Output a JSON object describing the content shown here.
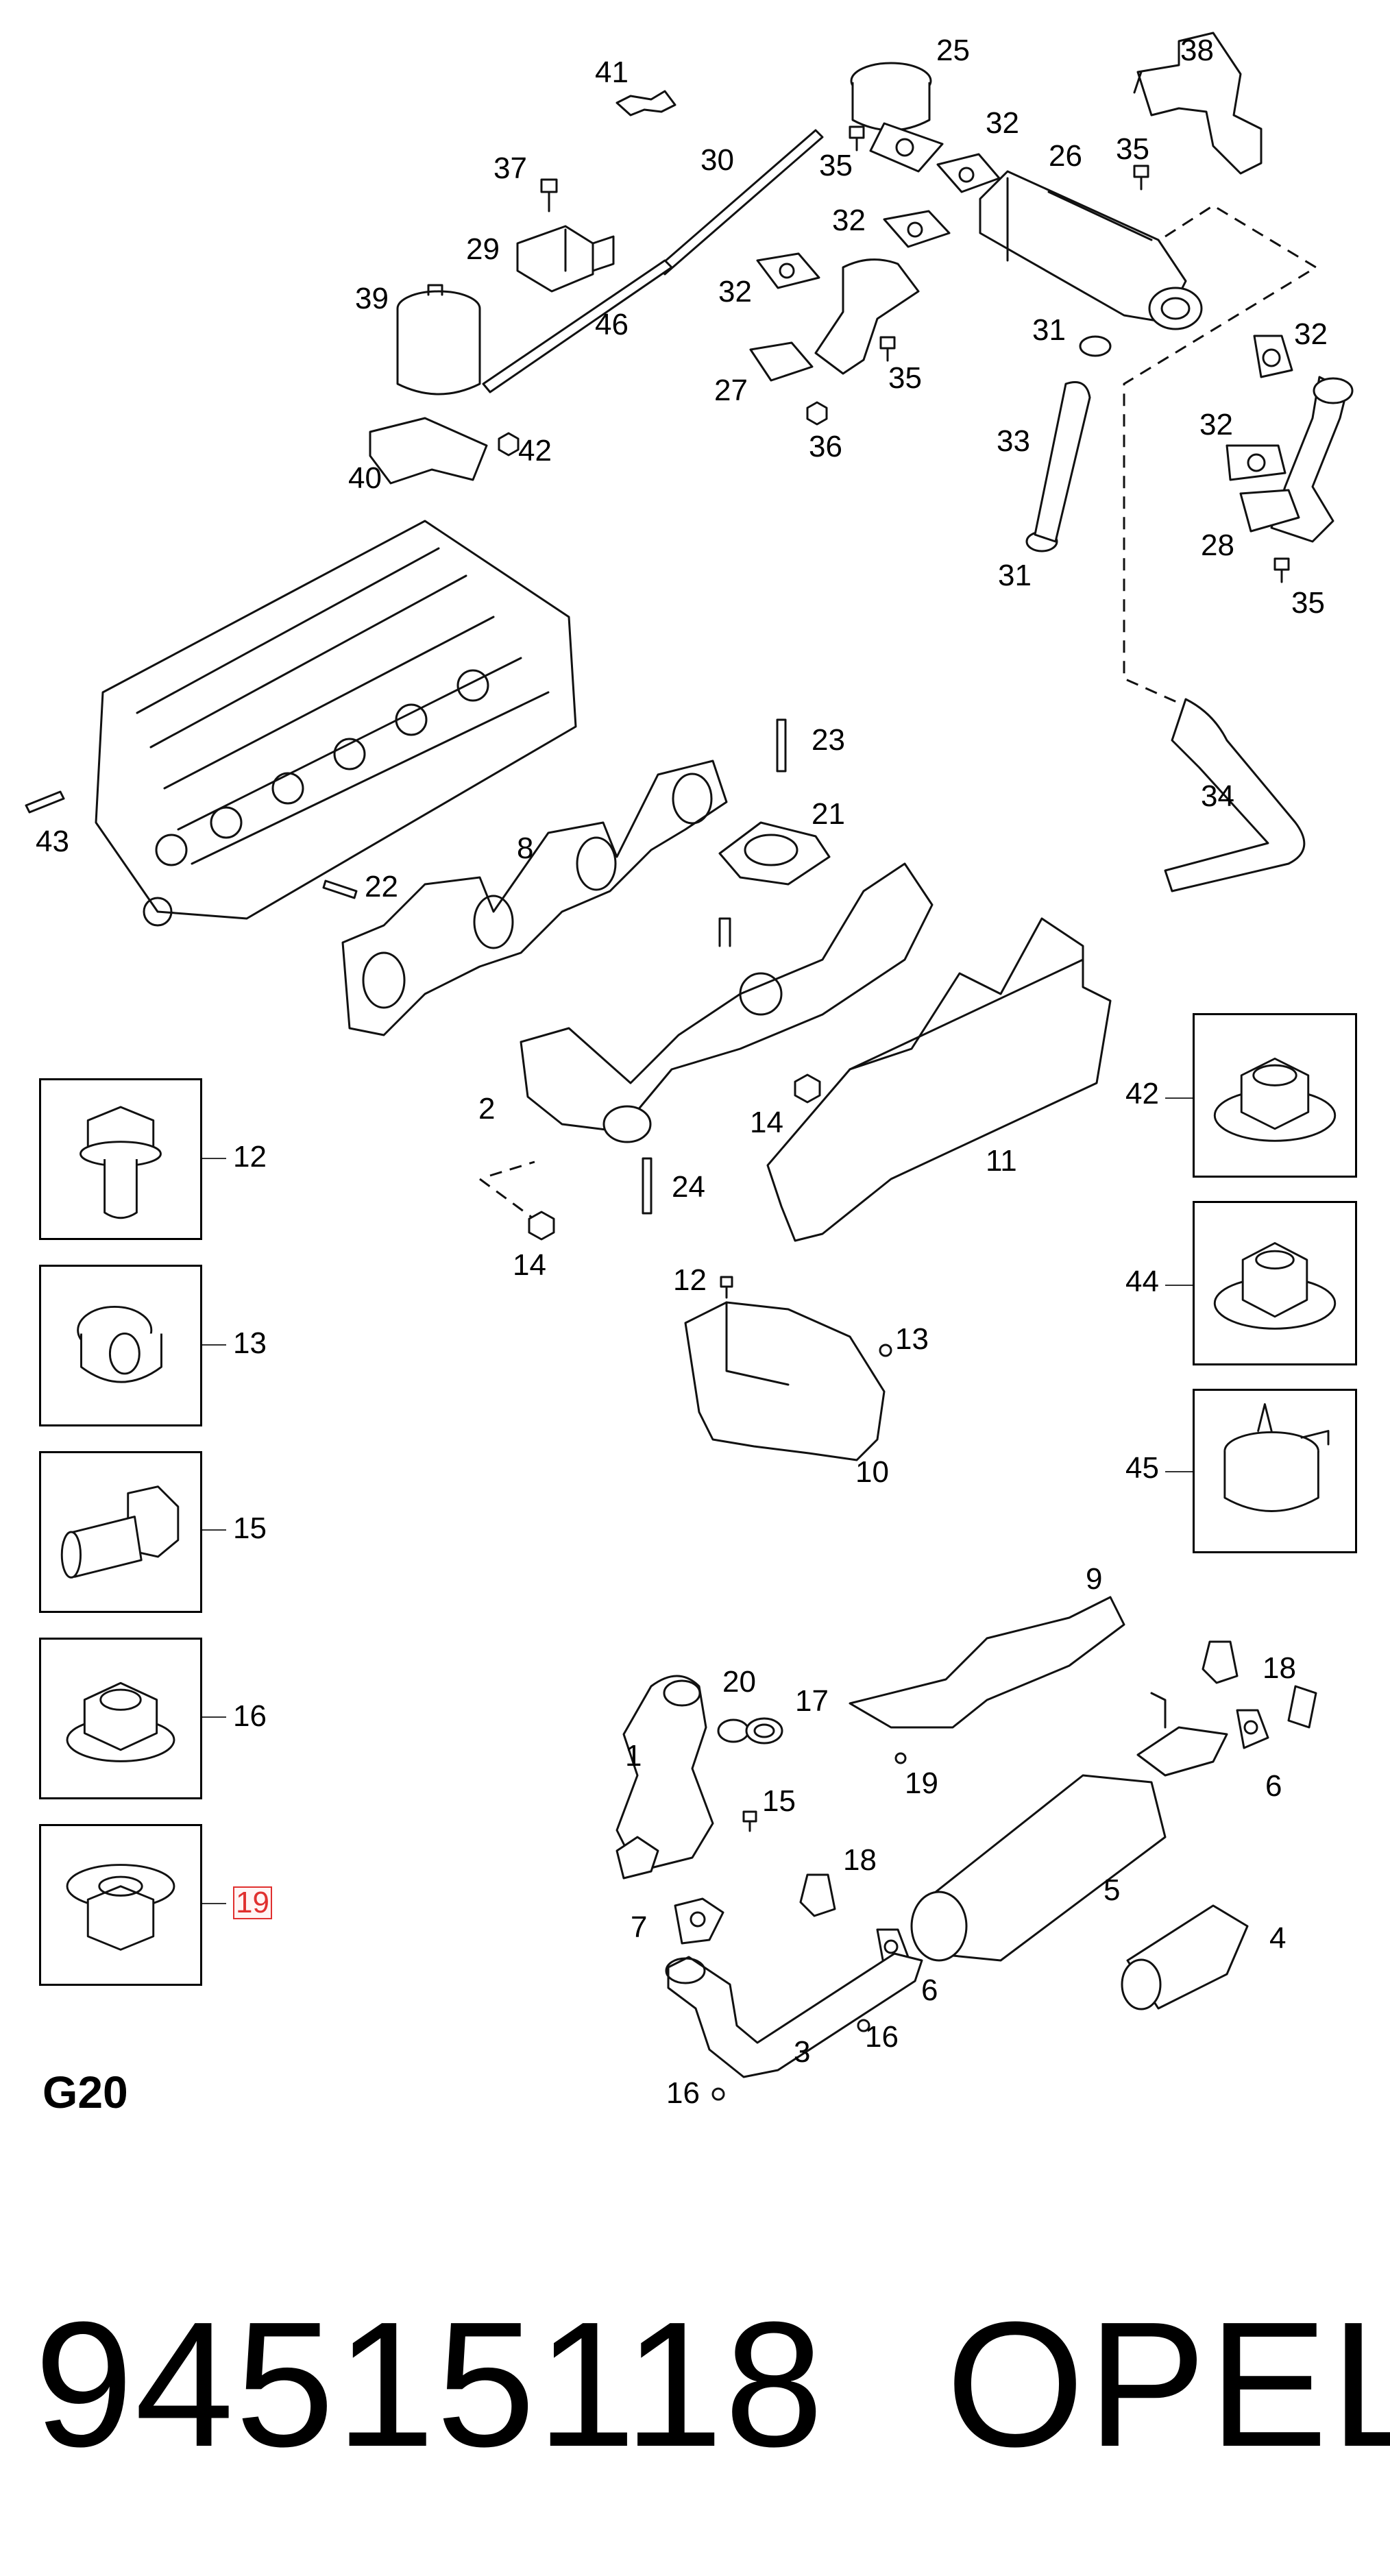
{
  "section_code": "G20",
  "part_number": "94515118",
  "brand": "OPEL",
  "highlight_color": "#e0302f",
  "highlighted_callout": "19",
  "callouts": {
    "c41": "41",
    "c25": "25",
    "c38": "38",
    "c37": "37",
    "c30": "30",
    "c35a": "35",
    "c32a": "32",
    "c26": "26",
    "c35b": "35",
    "c29": "29",
    "c32b": "32",
    "c39": "39",
    "c46": "46",
    "c32c": "32",
    "c31a": "31",
    "c32d": "32",
    "c27": "27",
    "c35c": "35",
    "c36": "36",
    "c33": "33",
    "c32e": "32",
    "c40": "40",
    "c42a": "42",
    "c28": "28",
    "c31b": "31",
    "c35d": "35",
    "c23": "23",
    "c21": "21",
    "c43": "43",
    "c8": "8",
    "c22": "22",
    "c34": "34",
    "c42b": "42",
    "c2": "2",
    "c14a": "14",
    "c11": "11",
    "c12a": "12",
    "c24": "24",
    "c14b": "14",
    "c44": "44",
    "c12b": "12",
    "c13a": "13",
    "c13b": "13",
    "c10": "10",
    "c45": "45",
    "c15a": "15",
    "c9": "9",
    "c16a": "16",
    "c20": "20",
    "c17": "17",
    "c18a": "18",
    "c1": "1",
    "c19a": "19",
    "c6a": "6",
    "c15b": "15",
    "c18b": "18",
    "c5": "5",
    "c19b": "19",
    "c7": "7",
    "c4": "4",
    "c6b": "6",
    "c16b": "16",
    "c3": "3",
    "c16c": "16"
  }
}
